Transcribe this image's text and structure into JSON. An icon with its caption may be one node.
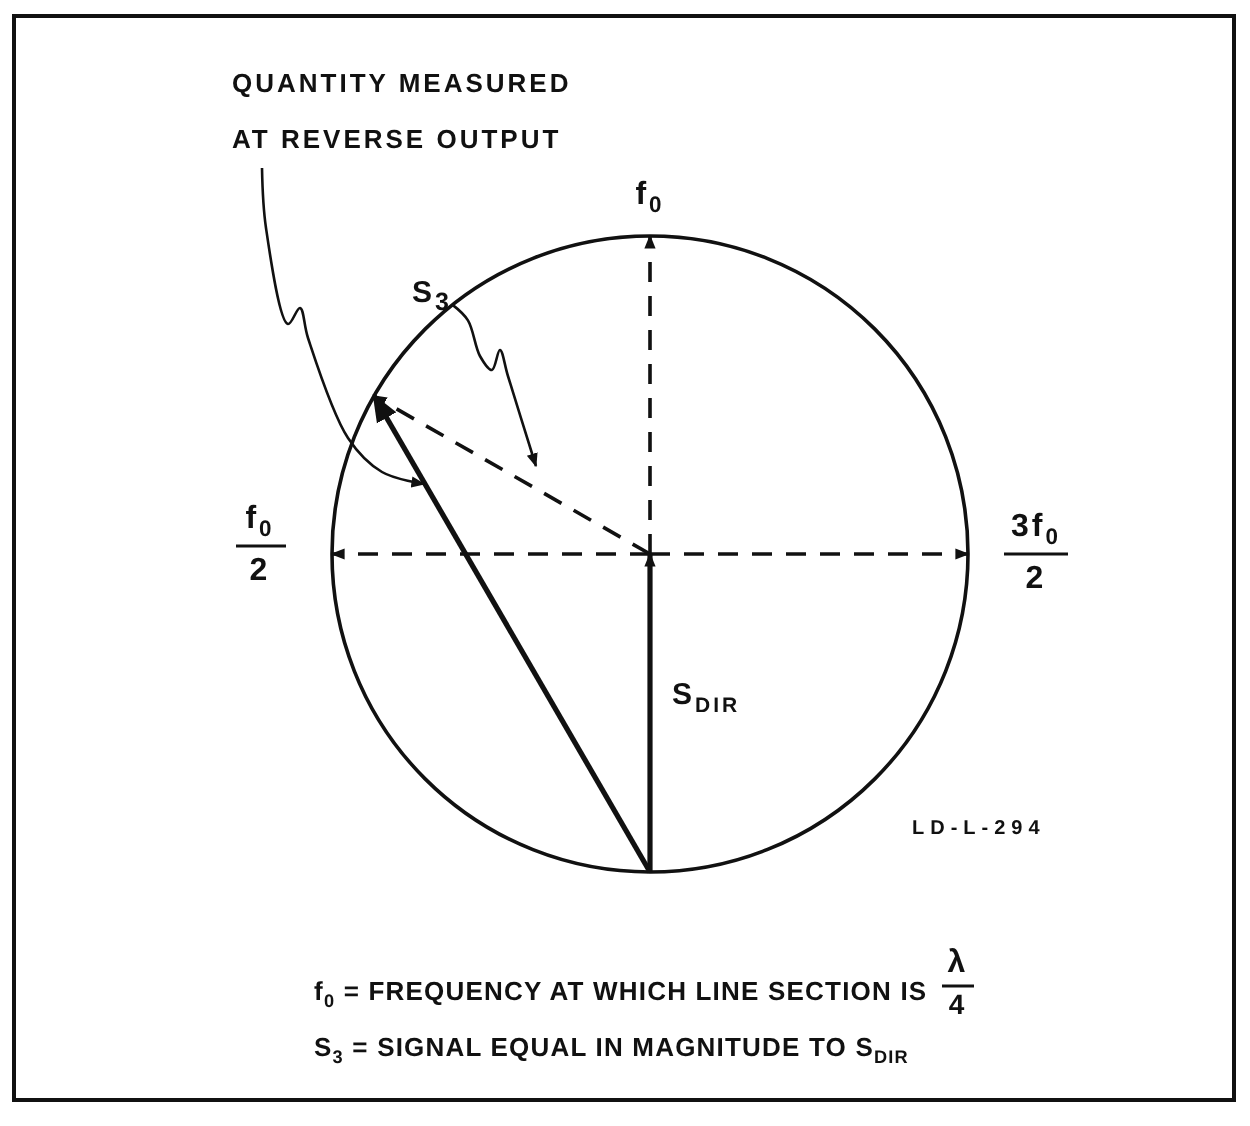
{
  "diagram": {
    "nodes": [
      {
        "text": [
          "QUANTITY MEASURED AT REVERSE OUTPUT"
        ]
      },
      {
        "text": [
          "S$_{3}$"
        ]
      }
    ],
    "edges": [
      {
        "from": 0,
        "to": null,
        "arrow": "to"
      },
      {
        "from": 1,
        "to": null,
        "arrow": "to"
      }
    ],
    "labels": [
      "f$_{0}$",
      "f$_{0}$",
      "2",
      "3f$_{0}$",
      "2",
      "S$_{DIR}$",
      "LD-L-294",
      "f$_{0}$ = FREQUENCY AT WHICH LINE SECTION IS",
      "λ",
      "4",
      "S$_{3}$ = SIGNAL EQUAL IN MAGNITUDE TO S$_{DIR}$"
    ]
  }
}
